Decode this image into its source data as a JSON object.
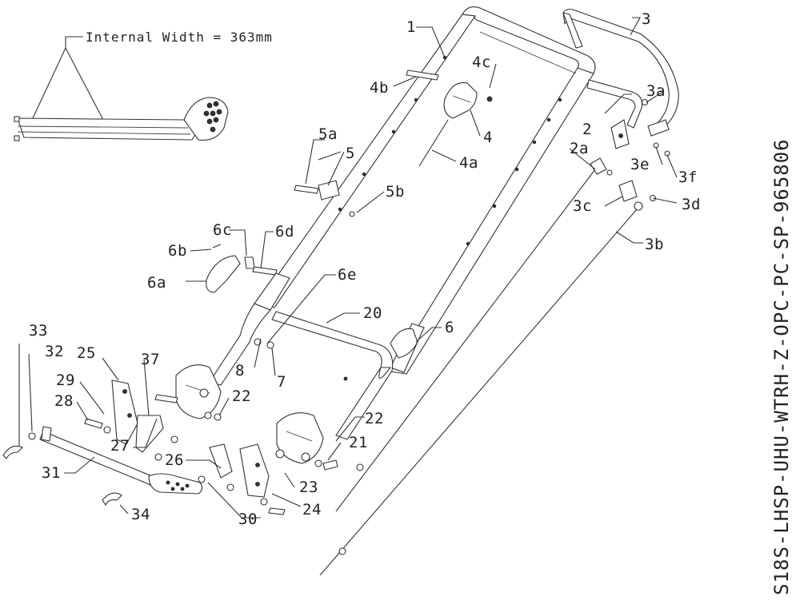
{
  "title": "S18S-LHSP-UHU-WTRH-Z-OPC-PC-SP-965806",
  "width_note": "Internal Width = 363mm",
  "callouts": {
    "c1": "1",
    "c2": "2",
    "c2a": "2a",
    "c3": "3",
    "c3a": "3a",
    "c3b": "3b",
    "c3c": "3c",
    "c3d": "3d",
    "c3e": "3e",
    "c3f": "3f",
    "c4": "4",
    "c4a": "4a",
    "c4b": "4b",
    "c4c": "4c",
    "c5": "5",
    "c5a": "5a",
    "c5b": "5b",
    "c6": "6",
    "c6a": "6a",
    "c6b": "6b",
    "c6c": "6c",
    "c6d": "6d",
    "c6e": "6e",
    "c7": "7",
    "c8": "8",
    "c20": "20",
    "c21": "21",
    "c22a": "22",
    "c22b": "22",
    "c23": "23",
    "c24": "24",
    "c25": "25",
    "c26": "26",
    "c27": "27",
    "c28": "28",
    "c29": "29",
    "c30": "30",
    "c31": "31",
    "c32": "32",
    "c33": "33",
    "c34": "34",
    "c37": "37"
  }
}
